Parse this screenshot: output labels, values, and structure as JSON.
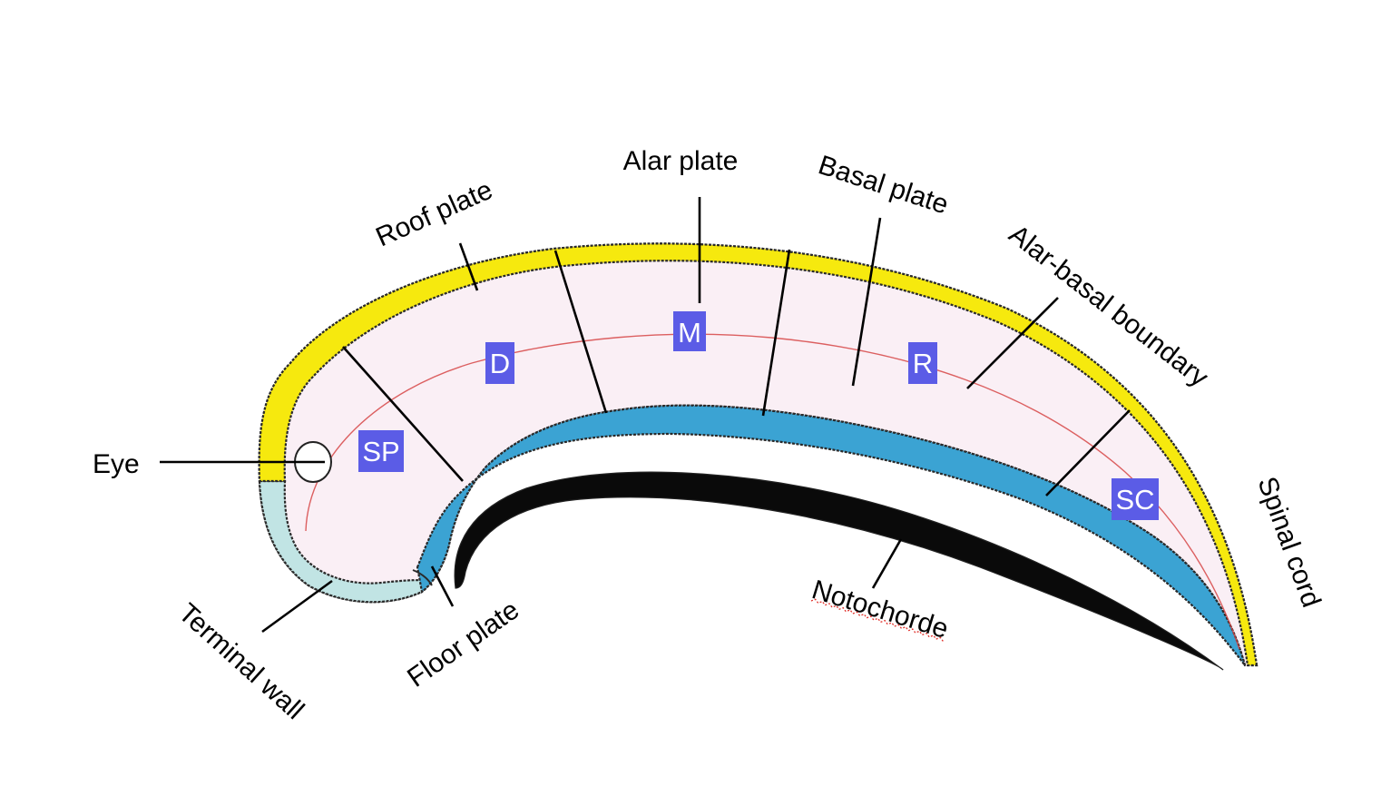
{
  "labels": {
    "roof_plate": "Roof plate",
    "alar_plate": "Alar plate",
    "basal_plate": "Basal plate",
    "alar_basal_boundary": "Alar-basal boundary",
    "eye": "Eye",
    "spinal_cord": "Spinal cord",
    "notochorde": "Notochorde",
    "terminal_wall": "Terminal wall",
    "floor_plate": "Floor plate"
  },
  "region_codes": {
    "sp": "SP",
    "d": "D",
    "m": "M",
    "r": "R",
    "sc": "SC"
  },
  "colors": {
    "roof_plate": "#f6e90e",
    "neural_tube": "#faeff5",
    "basal_plate": "#3ba3d3",
    "terminal_wall": "#c1e4e4",
    "notochorde": "#0a0a0a",
    "alar_basal_boundary": "#d64545",
    "code_box": "#5b5ce6",
    "spellcheck_underline": "#e0302a"
  }
}
